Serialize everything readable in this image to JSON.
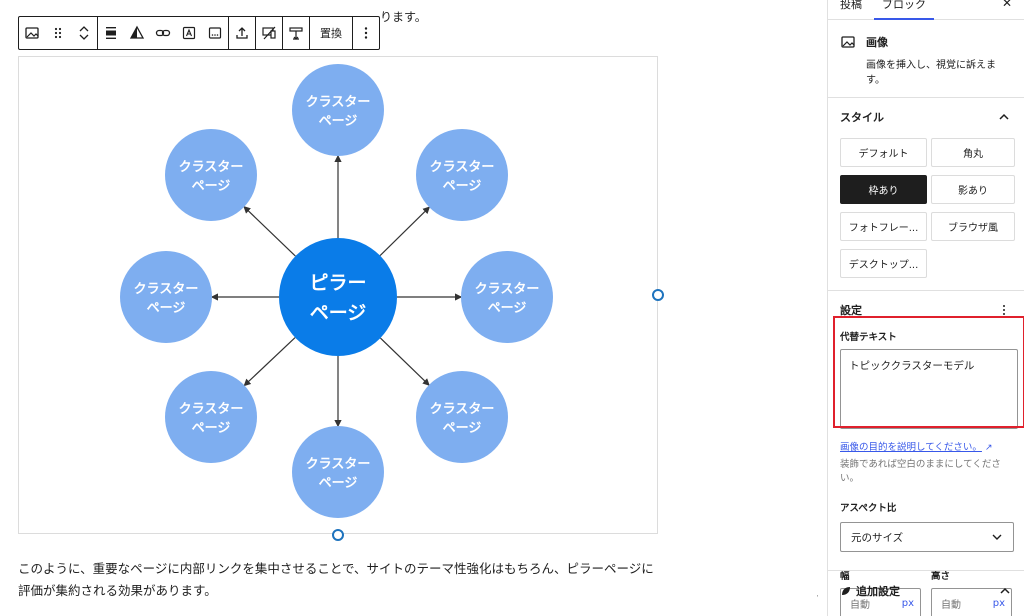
{
  "editor": {
    "prev_text_tail": "ります。",
    "toolbar": {
      "replace_label": "置換"
    },
    "paragraph": "このように、重要なページに内部リンクを集中させることで、サイトのテーマ性強化はもちろん、ピラーページに評価が集約される効果があります。"
  },
  "diagram": {
    "pillar": {
      "line1": "ピラー",
      "line2": "ページ"
    },
    "cluster": {
      "line1": "クラスター",
      "line2": "ページ"
    },
    "colors": {
      "pillar": "#0a7ce8",
      "cluster": "#7eaef0",
      "connector": "#333333"
    }
  },
  "sidebar": {
    "tabs": {
      "post": "投稿",
      "block": "ブロック"
    },
    "block_card": {
      "title": "画像",
      "description": "画像を挿入し、視覚に訴えます。"
    },
    "styles": {
      "heading": "スタイル",
      "options": [
        "デフォルト",
        "角丸",
        "枠あり",
        "影あり",
        "フォトフレー...",
        "ブラウザ風",
        "デスクトップ..."
      ],
      "active": "枠あり"
    },
    "settings": {
      "heading": "設定",
      "alt_label": "代替テキスト",
      "alt_value": "トピッククラスターモデル",
      "help_link": "画像の目的を説明してください。",
      "help_text": "装飾であれば空白のままにしてください。",
      "aspect_label": "アスペクト比",
      "aspect_value": "元のサイズ",
      "width_label": "幅",
      "height_label": "高さ",
      "width_value": "自動",
      "height_value": "自動",
      "unit": "px"
    },
    "advanced": {
      "heading": "追加設定"
    }
  },
  "colors": {
    "accent": "#3858e9",
    "highlight": "#e0202c",
    "dark": "#1e1e1e"
  }
}
